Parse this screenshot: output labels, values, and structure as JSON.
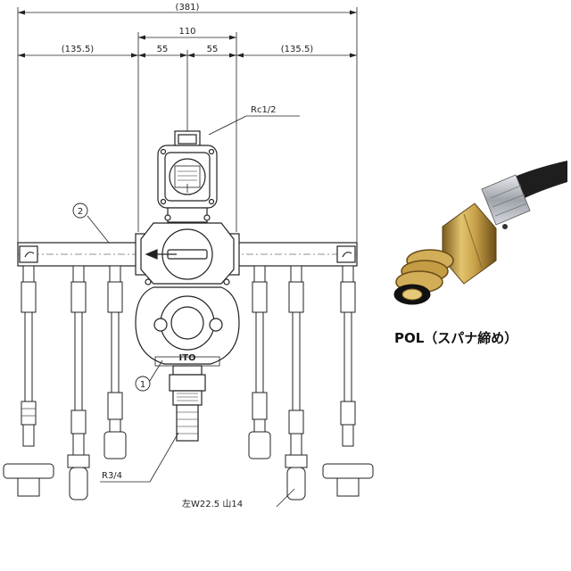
{
  "dimensions": {
    "overall": "(381)",
    "center": "110",
    "left_side": "(135.5)",
    "right_side": "(135.5)",
    "half_left": "55",
    "half_right": "55"
  },
  "labels": {
    "top_port": "Rc1/2",
    "bottom_port": "R3/4",
    "outlet_thread": "左W22.5 山14",
    "brand": "ITO",
    "callout_1": "1",
    "callout_2": "2",
    "pol_caption": "POL（スパナ締め）"
  },
  "colors": {
    "line": "#222222",
    "brass": "#c9a24a",
    "hose": "#1e1e1e",
    "chrome": "#b8bcc2"
  }
}
